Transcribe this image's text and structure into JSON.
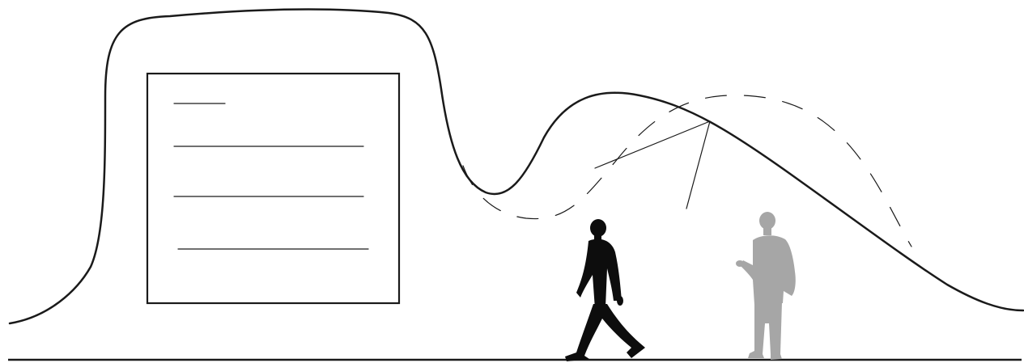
{
  "figure": {
    "elements": [
      "canopy-outline",
      "alternate-canopy-outline",
      "structural-struts",
      "panel",
      "ground-line",
      "walking-person",
      "standing-person"
    ],
    "panel": {
      "text_lines": 4,
      "note": ""
    },
    "colors": {
      "line": "#1a1a1a",
      "person_dark": "#0d0d0d",
      "person_grey": "#a6a6a6",
      "background": "#ffffff"
    }
  }
}
